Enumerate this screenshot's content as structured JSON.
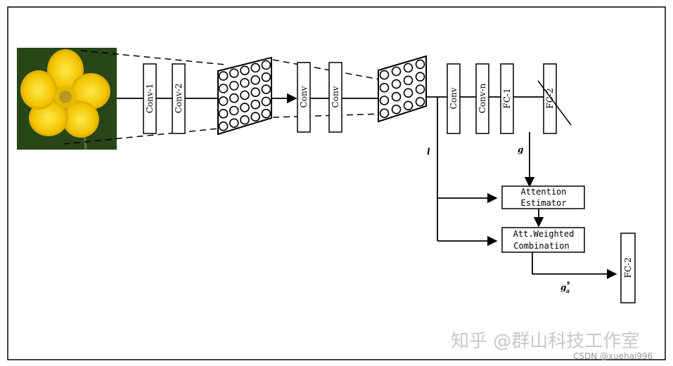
{
  "diagram": {
    "input_image": {
      "icon": "yellow-flower-photo"
    },
    "layers": [
      {
        "id": "conv1",
        "label": "Conv-1"
      },
      {
        "id": "conv2",
        "label": "Conv-2"
      },
      {
        "id": "conv3",
        "label": "Conv"
      },
      {
        "id": "conv4",
        "label": "Conv"
      },
      {
        "id": "conv5",
        "label": "Conv"
      },
      {
        "id": "convn",
        "label": "Conv-n"
      },
      {
        "id": "fc1",
        "label": "FC-1"
      },
      {
        "id": "fc2a",
        "label": "FC-2"
      }
    ],
    "attention_estimator": {
      "line1": "Attention",
      "line2": "Estimator"
    },
    "weighted_combination": {
      "line1": "Att.Weighted",
      "line2": "Combination"
    },
    "output_layer": {
      "label": "FC-2"
    },
    "vars": {
      "l": "l",
      "g": "g",
      "ga_base": "g",
      "ga_sub": "a",
      "ga_sup": "s"
    }
  },
  "watermark": {
    "zhihu": "知乎 @群山科技工作室",
    "csdn": "CSDN @xuehai996"
  }
}
